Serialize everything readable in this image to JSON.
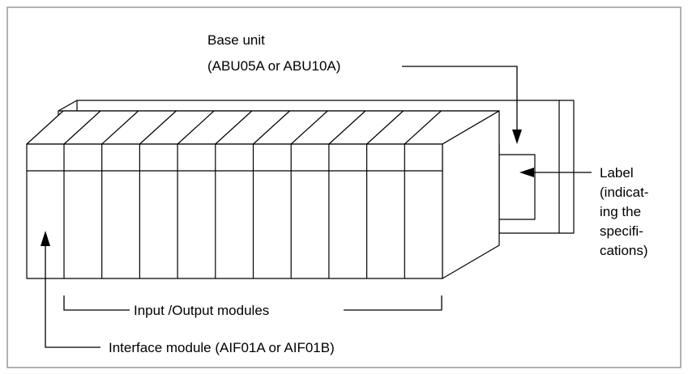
{
  "diagram": {
    "labels": {
      "base_unit_line1": "Base unit",
      "base_unit_line2": "(ABU05A or ABU10A)",
      "label_line1": "Label",
      "label_line2": "(indicat-",
      "label_line3": "ing the",
      "label_line4": "specifi-",
      "label_line5": "cations)",
      "io_modules": "Input /Output modules",
      "interface_module": "Interface module (AIF01A or AIF01B)"
    },
    "components": {
      "io_module_slots": 10,
      "interface_module_count": 1
    },
    "colors": {
      "line": "#000000",
      "background": "#ffffff",
      "frame": "#999999"
    }
  }
}
